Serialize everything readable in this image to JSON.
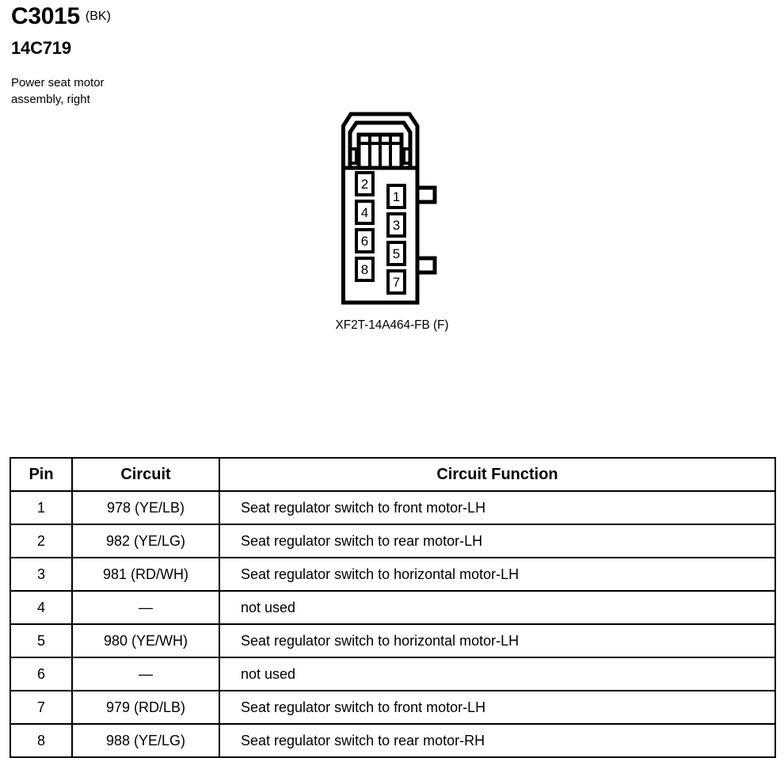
{
  "header": {
    "connector_id": "C3015",
    "connector_color": "(BK)",
    "part_number": "14C719",
    "description": "Power seat motor\nassembly, right"
  },
  "connector": {
    "part_label": "XF2T-14A464-FB (F)",
    "left_column_pins": [
      "2",
      "4",
      "6",
      "8"
    ],
    "right_column_pins": [
      "1",
      "3",
      "5",
      "7"
    ]
  },
  "table": {
    "headers": {
      "pin": "Pin",
      "circuit": "Circuit",
      "function": "Circuit Function"
    },
    "rows": [
      {
        "pin": "1",
        "circuit": "978 (YE/LB)",
        "function": "Seat regulator switch to front motor-LH"
      },
      {
        "pin": "2",
        "circuit": "982 (YE/LG)",
        "function": "Seat regulator switch to rear motor-LH"
      },
      {
        "pin": "3",
        "circuit": "981 (RD/WH)",
        "function": "Seat regulator switch to horizontal motor-LH"
      },
      {
        "pin": "4",
        "circuit": "—",
        "function": "not used"
      },
      {
        "pin": "5",
        "circuit": "980 (YE/WH)",
        "function": "Seat regulator switch to horizontal motor-LH"
      },
      {
        "pin": "6",
        "circuit": "—",
        "function": "not used"
      },
      {
        "pin": "7",
        "circuit": "979 (RD/LB)",
        "function": "Seat regulator switch to front motor-LH"
      },
      {
        "pin": "8",
        "circuit": "988 (YE/LG)",
        "function": "Seat regulator switch to rear motor-RH"
      }
    ]
  },
  "colors": {
    "ink": "#000000",
    "paper": "#ffffff"
  }
}
